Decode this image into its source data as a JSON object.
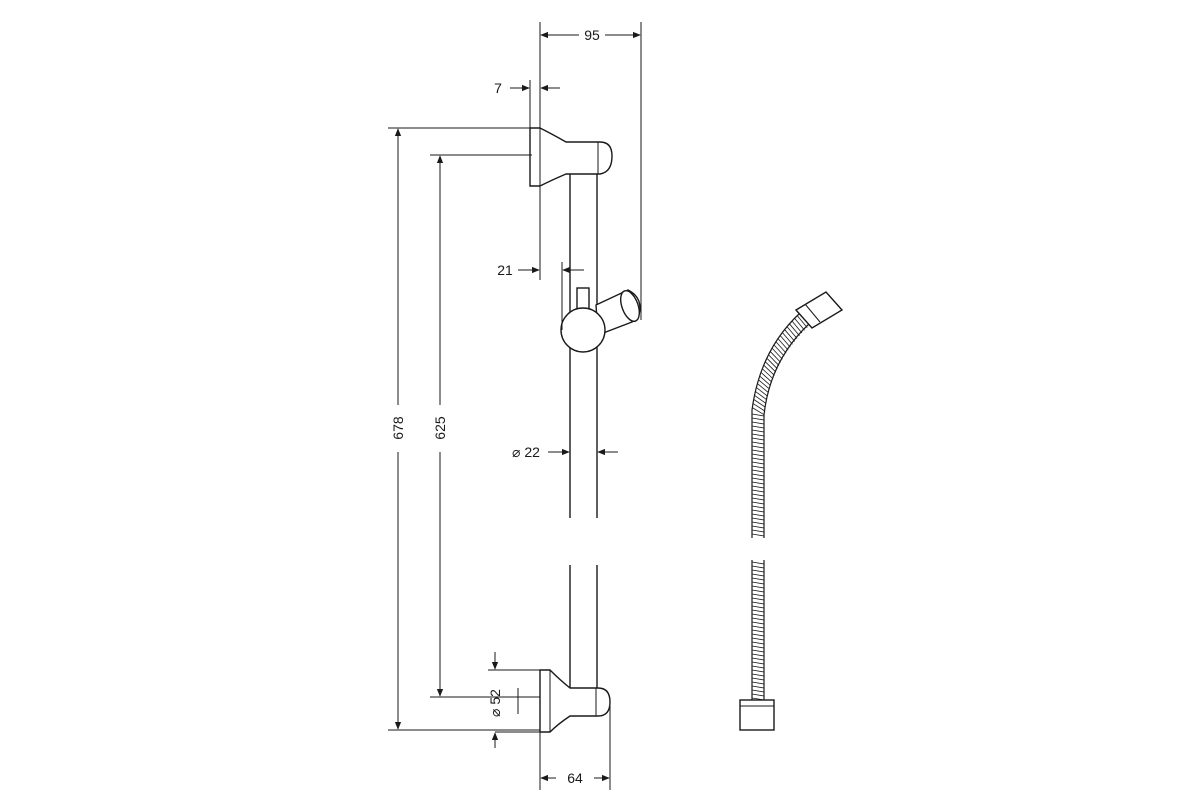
{
  "drawing": {
    "dimensions": {
      "width_overall": "95",
      "wall_offset": "7",
      "height_overall": "678",
      "rail_length": "625",
      "slider_offset": "21",
      "rail_diameter": "⌀ 22",
      "bracket_diameter": "⌀ 52",
      "bracket_depth": "64"
    },
    "components": [
      "shower-rail",
      "top-bracket",
      "bottom-bracket",
      "slider",
      "shower-hose"
    ]
  }
}
